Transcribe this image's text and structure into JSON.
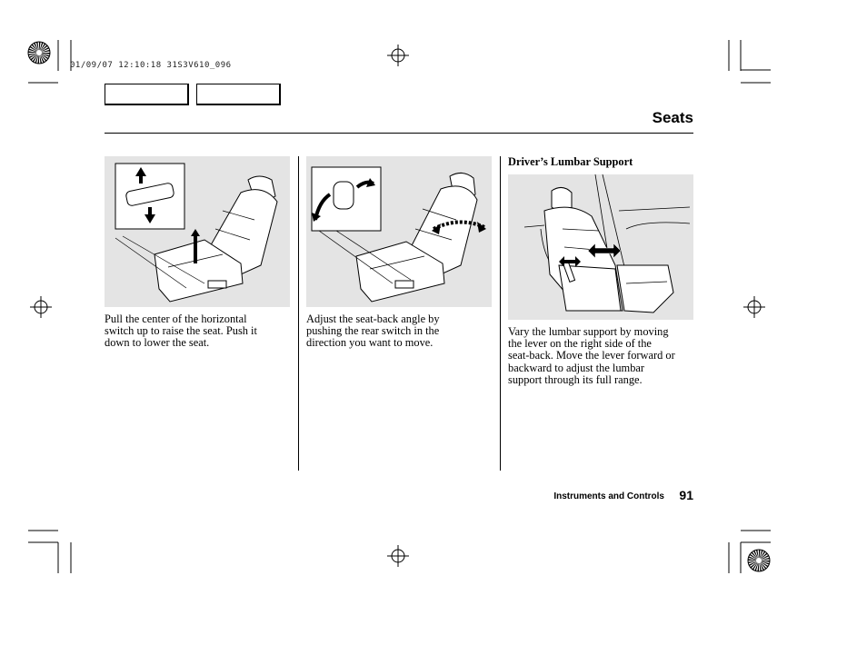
{
  "print_stamp": "01/09/07 12:10:18 31S3V610_096",
  "header": {
    "title": "Seats"
  },
  "columns": [
    {
      "heading": "",
      "text_lines": [
        "Pull the center of the horizontal",
        "switch up to raise the seat. Push it",
        "down to lower the seat."
      ]
    },
    {
      "heading": "",
      "text_lines": [
        "Adjust the seat-back angle by",
        "pushing the rear switch in the",
        "direction you want to move."
      ]
    },
    {
      "heading": "Driver’s Lumbar Support",
      "text_lines": [
        "Vary the lumbar support by moving",
        "the lever on the right side of the",
        "seat-back. Move the lever forward or",
        "backward to adjust the lumbar",
        "support through its full range."
      ]
    }
  ],
  "footer": {
    "section": "Instruments and Controls",
    "page_number": "91"
  },
  "colors": {
    "figure_background": "#e4e4e4",
    "ink": "#000000"
  },
  "icons": [
    "registration-mark-icon",
    "starburst-mark-icon",
    "crop-mark-icon"
  ]
}
